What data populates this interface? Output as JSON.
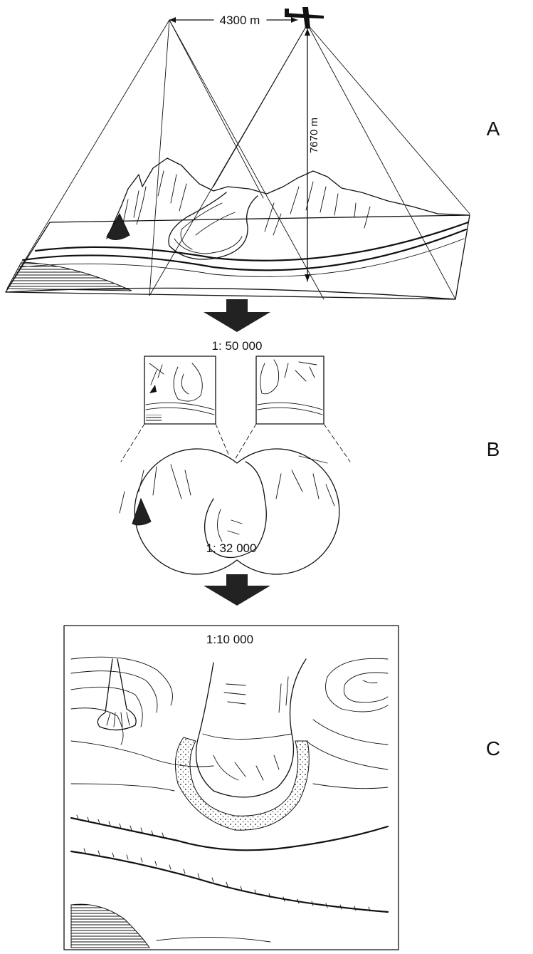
{
  "panels": {
    "a": {
      "label": "A"
    },
    "b": {
      "label": "B"
    },
    "c": {
      "label": "C"
    }
  },
  "annotations": {
    "flight_baseline": "4300 m",
    "flying_height": "7670 m"
  },
  "scales": {
    "photo_scale": "1: 50 000",
    "stereo_scale": "1: 32 000",
    "map_scale": "1:10 000"
  },
  "colors": {
    "ink": "#111111",
    "paper": "#ffffff"
  },
  "icons": {
    "aircraft": "airplane-icon",
    "flow_arrow": "down-arrow-icon"
  }
}
